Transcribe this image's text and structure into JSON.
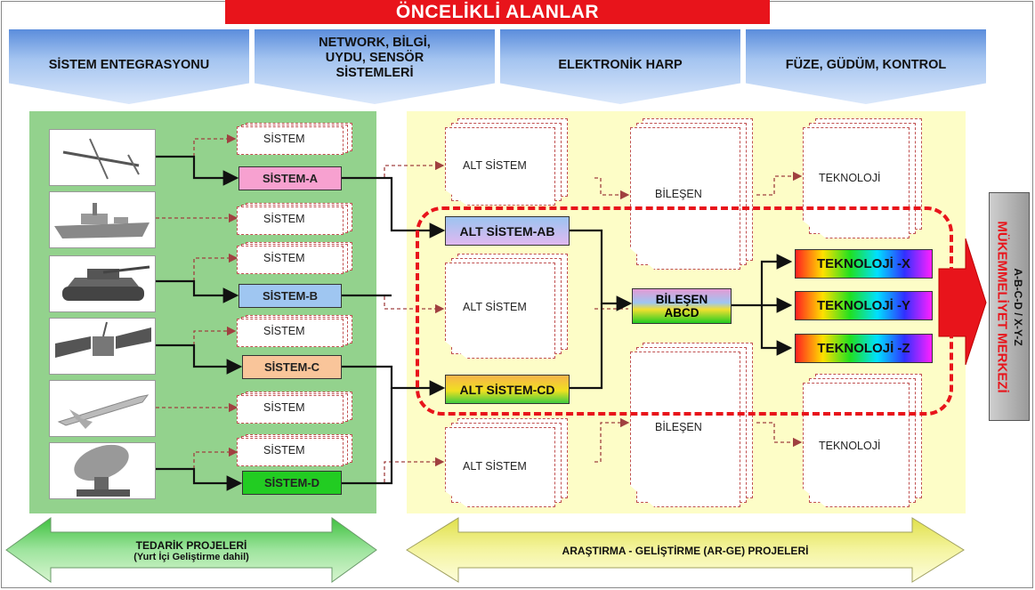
{
  "title": "ÖNCELİKLİ ALANLAR",
  "headers": [
    "SİSTEM ENTEGRASYONU",
    "NETWORK, BİLGİ, UYDU, SENSÖR SİSTEMLERİ",
    "ELEKTRONİK HARP",
    "FÜZE, GÜDÜM, KONTROL"
  ],
  "images": [
    "uav-icon",
    "warship-icon",
    "tank-icon",
    "satellite-icon",
    "missile-icon",
    "radar-dish-icon"
  ],
  "systems": {
    "generic": "SİSTEM",
    "a": "SİSTEM-A",
    "b": "SİSTEM-B",
    "c": "SİSTEM-C",
    "d": "SİSTEM-D"
  },
  "subsystems": {
    "generic": "ALT SİSTEM",
    "ab": "ALT SİSTEM-AB",
    "cd": "ALT SİSTEM-CD"
  },
  "components": {
    "generic": "BİLEŞEN",
    "abcd_1": "BİLEŞEN",
    "abcd_2": "ABCD"
  },
  "technologies": {
    "generic": "TEKNOLOJİ",
    "x": "TEKNOLOJİ -X",
    "y": "TEKNOLOJİ -Y",
    "z": "TEKNOLOJİ -Z"
  },
  "center": {
    "title": "MÜKEMMELİYET MERKEZİ",
    "subtitle": "A-B-C-D / X-Y-Z"
  },
  "bottom": {
    "procurement_1": "TEDARİK PROJELERİ",
    "procurement_2": "(Yurt İçi Geliştirme dahil)",
    "rnd": "ARAŞTIRMA - GELİŞTİRME (AR-GE) PROJELERİ"
  },
  "colors": {
    "title_bg": "#e8141b",
    "green_panel": "#93d28d",
    "yellow_panel": "#fdfdc7",
    "sistem_a": "#f7a1d0",
    "sistem_b": "#9fc6f1",
    "sistem_c": "#f9c59a",
    "sistem_d": "#22cc22"
  }
}
